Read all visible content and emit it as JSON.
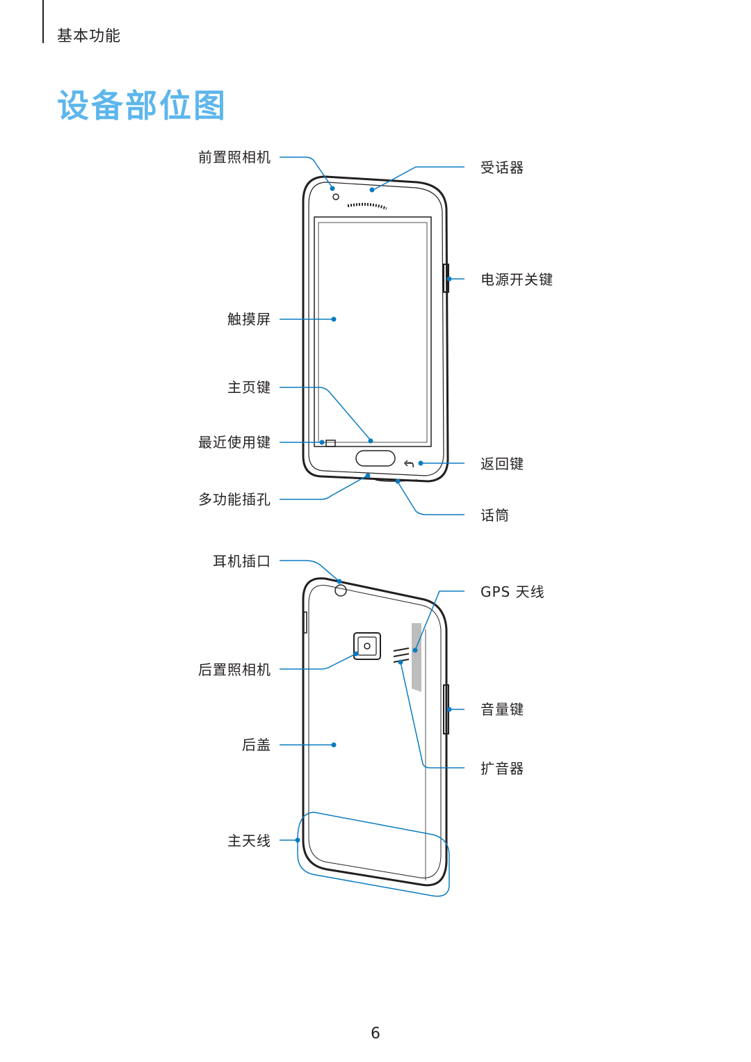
{
  "header": {
    "section": "基本功能"
  },
  "title": "设备部位图",
  "front_labels": {
    "front_camera": "前置照相机",
    "touchscreen": "触摸屏",
    "home_key": "主页键",
    "recent_key": "最近使用键",
    "multipurpose_jack": "多功能插孔",
    "earpiece": "受话器",
    "power_key": "电源开关键",
    "back_key": "返回键",
    "microphone": "话筒"
  },
  "back_labels": {
    "headset_jack": "耳机插口",
    "rear_camera": "后置照相机",
    "back_cover": "后盖",
    "main_antenna": "主天线",
    "gps_antenna": "GPS 天线",
    "volume_key": "音量键",
    "speaker": "扩音器"
  },
  "colors": {
    "accent": "#5db6ec",
    "callout": "#0b7bc0",
    "text": "#231f20"
  },
  "footer": {
    "page_number": "6"
  }
}
